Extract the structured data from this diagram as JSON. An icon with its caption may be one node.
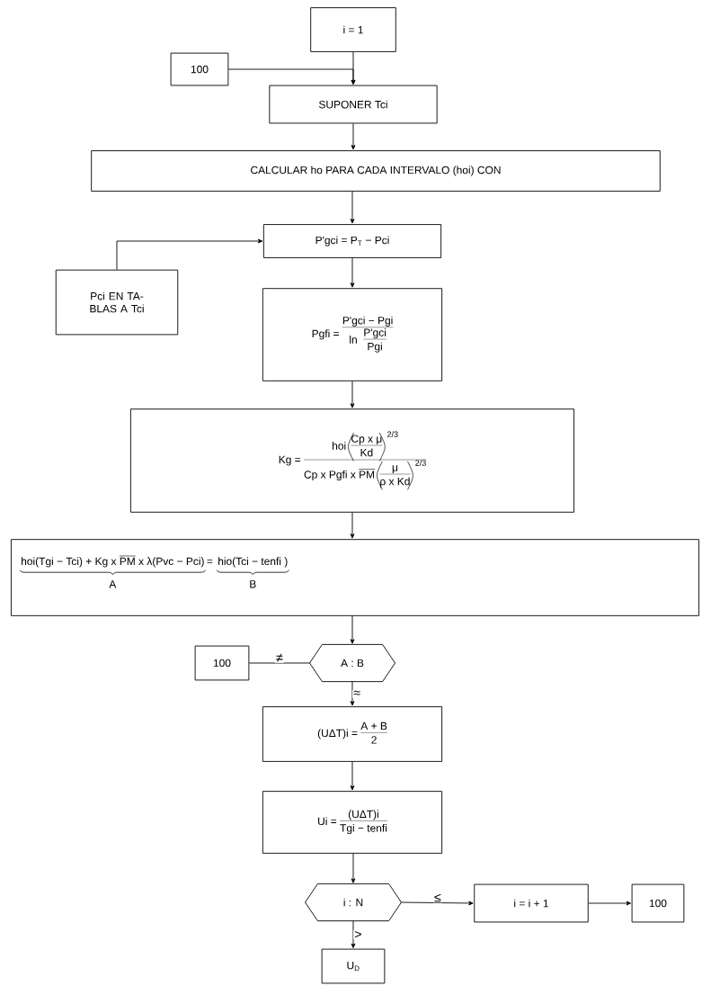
{
  "diagram": {
    "nodes": [
      {
        "text": [
          "i = 1"
        ]
      },
      {
        "text": [
          "100"
        ]
      },
      {
        "text": [
          "SUPONER Tci"
        ]
      },
      {
        "text": [
          "CALCULAR ho PARA CADA INTERVALO (hoi) CON"
        ]
      },
      {
        "text": [
          "P'gci = P$_{T}$ − Pci"
        ]
      },
      {
        "text": [
          "Pci EN TA- BLAS A Tci"
        ]
      },
      {
        "text": [
          "Pgfi =",
          "P'gci − Pgi",
          "ln",
          "P'gci",
          "Pgi"
        ]
      },
      {
        "text": [
          "Kg =",
          "hoi",
          "Cp x μ",
          "Kd",
          "2/3",
          "Cp x Pgfi x",
          "PM",
          "μ",
          "ρ x Kd",
          "2/3"
        ]
      },
      {
        "text": [
          "hoi(Tgi − Tci) + Kg x",
          "PM",
          "x λ(Pvc − Pci)",
          "=",
          "hio(Tci − tenfi )",
          "A",
          "B"
        ]
      },
      {
        "text": [
          "100"
        ]
      },
      {
        "text": [
          "A : B"
        ]
      },
      {
        "text": [
          "(UΔT)i =",
          "A + B",
          "2"
        ]
      },
      {
        "text": [
          "Ui =",
          "(UΔT)i",
          "Tgi − tenfi"
        ]
      },
      {
        "text": [
          "i : N"
        ]
      },
      {
        "text": [
          "i = i + 1"
        ]
      },
      {
        "text": [
          "100"
        ]
      },
      {
        "text": [
          "U$_{D}$"
        ]
      }
    ],
    "edges": [
      {
        "from": 0,
        "to": 2,
        "arrow": "to"
      },
      {
        "from": 1,
        "to": 2,
        "arrow": "to"
      },
      {
        "from": 2,
        "to": 3,
        "arrow": "to"
      },
      {
        "from": 3,
        "to": 4,
        "arrow": "to"
      },
      {
        "from": 5,
        "to": 4,
        "arrow": "to"
      },
      {
        "from": 4,
        "to": 6,
        "arrow": "to"
      },
      {
        "from": 6,
        "to": 7,
        "arrow": "to"
      },
      {
        "from": 7,
        "to": 8,
        "arrow": "to"
      },
      {
        "from": 8,
        "to": 10,
        "arrow": "to"
      },
      {
        "from": 10,
        "to": 9,
        "arrow": "none",
        "label": "≠"
      },
      {
        "from": 10,
        "to": 11,
        "arrow": "to",
        "label": "≈"
      },
      {
        "from": 11,
        "to": 12,
        "arrow": "to"
      },
      {
        "from": 12,
        "to": 13,
        "arrow": "to"
      },
      {
        "from": 13,
        "to": 14,
        "arrow": "to",
        "label": "≤"
      },
      {
        "from": 14,
        "to": 15,
        "arrow": "to"
      },
      {
        "from": 13,
        "to": 16,
        "arrow": "to",
        "label": ">"
      }
    ]
  }
}
